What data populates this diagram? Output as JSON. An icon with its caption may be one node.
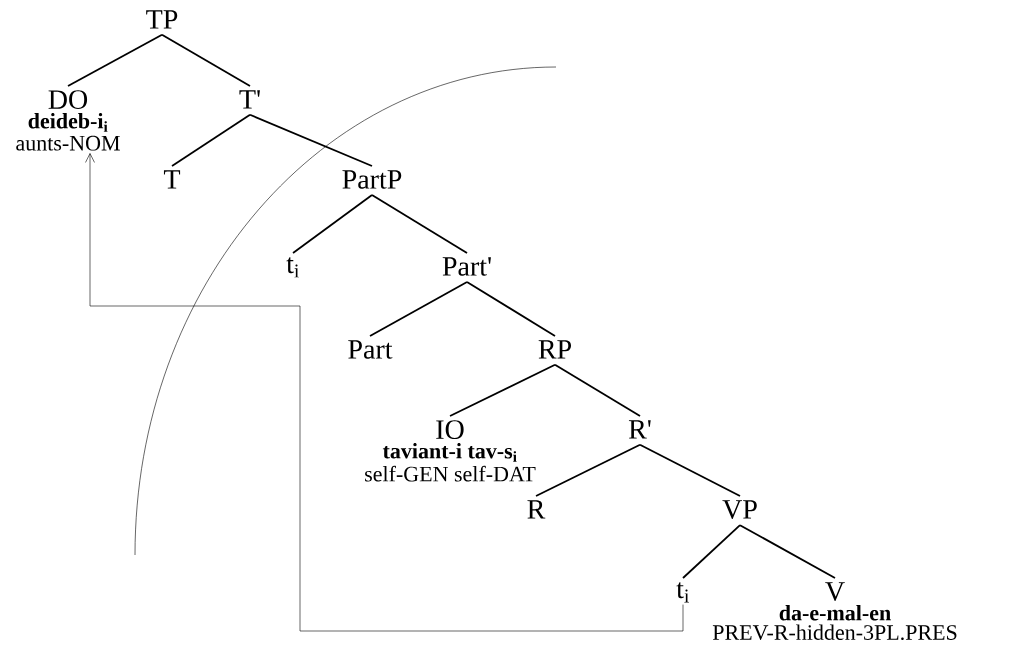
{
  "diagram": {
    "nodes": [
      {
        "text": [
          "TP"
        ]
      },
      {
        "text": [
          "DO",
          "deideb-i$_{i}$",
          "aunts-NOM"
        ]
      },
      {
        "text": [
          "T'"
        ]
      },
      {
        "text": [
          "T"
        ]
      },
      {
        "text": [
          "PartP"
        ]
      },
      {
        "text": [
          "t$_{i}$"
        ]
      },
      {
        "text": [
          "Part'"
        ]
      },
      {
        "text": [
          "Part"
        ]
      },
      {
        "text": [
          "RP"
        ]
      },
      {
        "text": [
          "IO",
          "taviant-i tav-s$_{i}$",
          "self-GEN self-DAT"
        ]
      },
      {
        "text": [
          "R'"
        ]
      },
      {
        "text": [
          "R"
        ]
      },
      {
        "text": [
          "VP"
        ]
      },
      {
        "text": [
          "t$_{i}$"
        ]
      },
      {
        "text": [
          "V",
          "da-e-mal-en",
          "PREV-R-hidden-3PL.PRES"
        ]
      }
    ],
    "edges": [
      {
        "from": 0,
        "to": 1,
        "arrow": "none"
      },
      {
        "from": 0,
        "to": 2,
        "arrow": "none"
      },
      {
        "from": 2,
        "to": 3,
        "arrow": "none"
      },
      {
        "from": 2,
        "to": 4,
        "arrow": "none"
      },
      {
        "from": 4,
        "to": 5,
        "arrow": "none"
      },
      {
        "from": 4,
        "to": 6,
        "arrow": "none"
      },
      {
        "from": 6,
        "to": 7,
        "arrow": "none"
      },
      {
        "from": 6,
        "to": 8,
        "arrow": "none"
      },
      {
        "from": 8,
        "to": 9,
        "arrow": "none"
      },
      {
        "from": 8,
        "to": 10,
        "arrow": "none"
      },
      {
        "from": 10,
        "to": 11,
        "arrow": "none"
      },
      {
        "from": 10,
        "to": 12,
        "arrow": "none"
      },
      {
        "from": 12,
        "to": 13,
        "arrow": "none"
      },
      {
        "from": 12,
        "to": 14,
        "arrow": "none"
      },
      {
        "from": 13,
        "to": 1,
        "arrow": "to"
      }
    ]
  }
}
